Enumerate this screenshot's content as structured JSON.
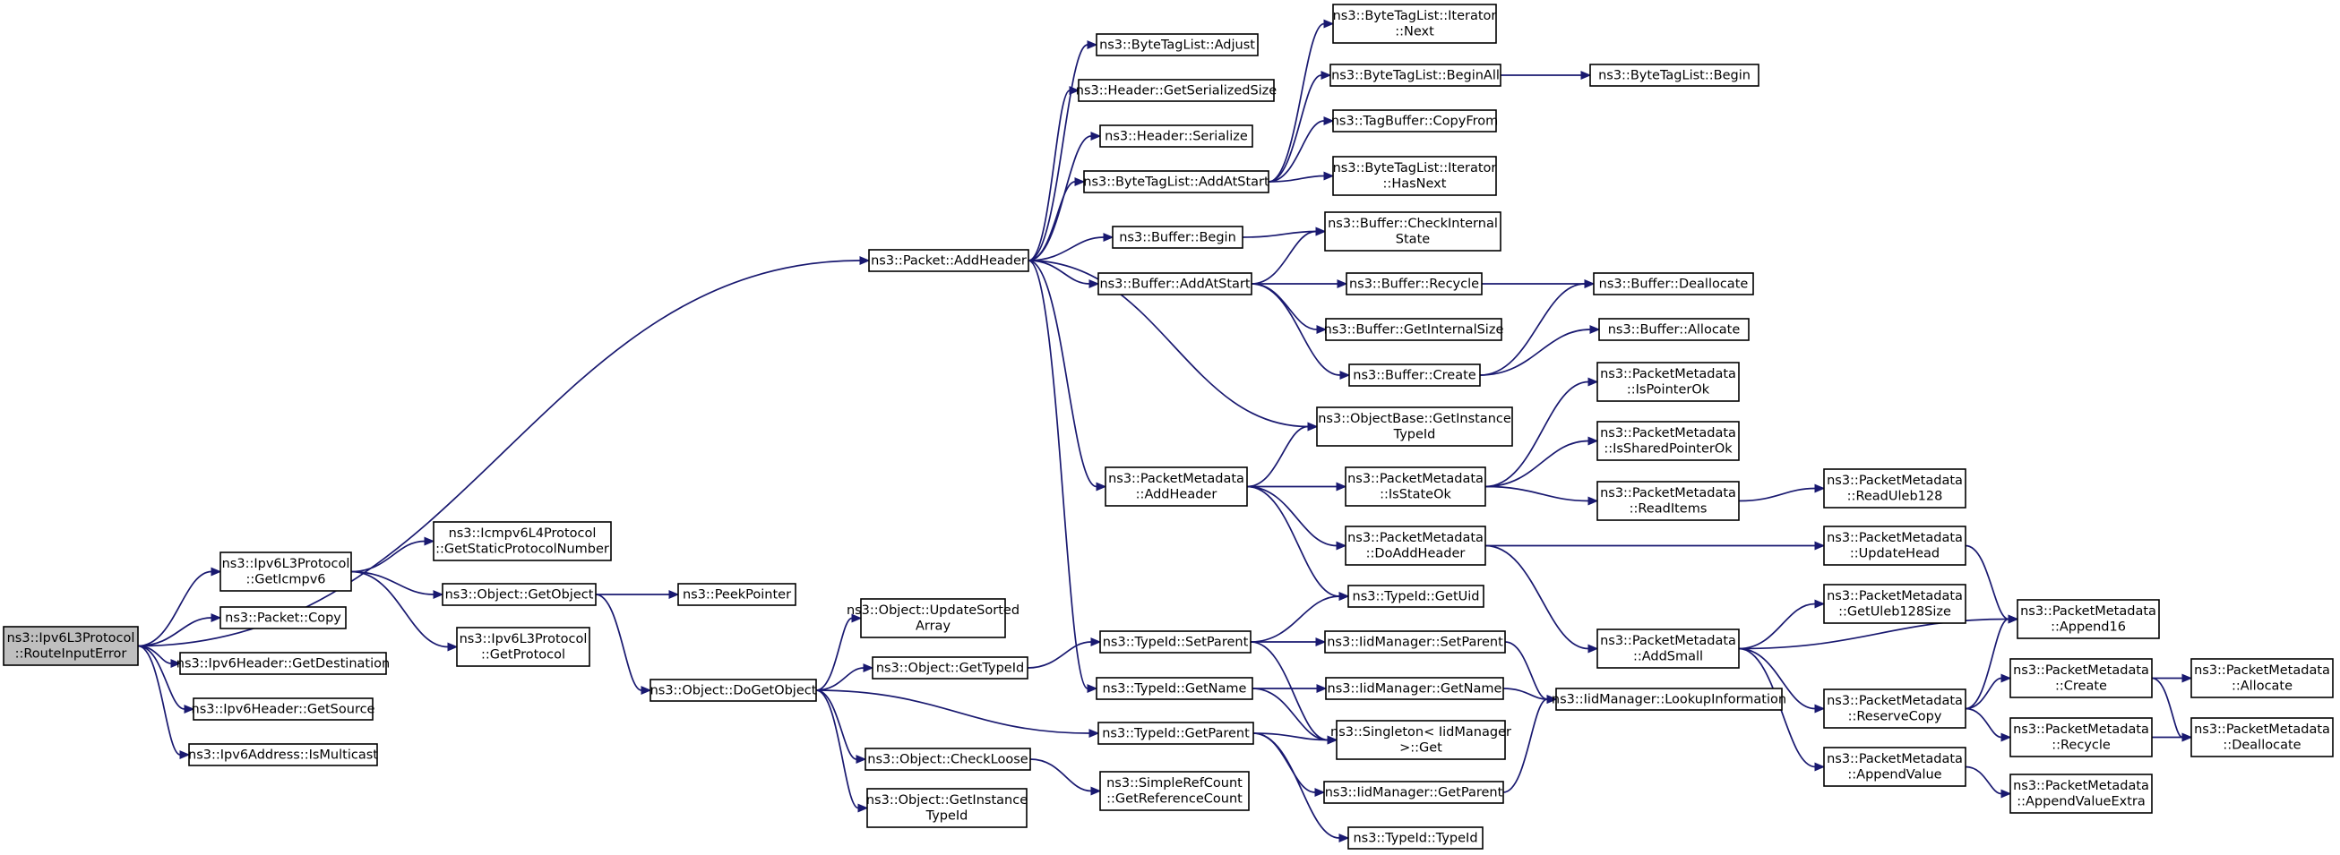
{
  "graph": {
    "nodes": [
      {
        "id": "root",
        "lines": [
          "ns3::Ipv6L3Protocol",
          "::RouteInputError"
        ],
        "root": true
      },
      {
        "id": "addheader",
        "lines": [
          "ns3::Packet::AddHeader"
        ]
      },
      {
        "id": "geticmpv6",
        "lines": [
          "ns3::Ipv6L3Protocol",
          "::GetIcmpv6"
        ]
      },
      {
        "id": "pcopy",
        "lines": [
          "ns3::Packet::Copy"
        ]
      },
      {
        "id": "getdest",
        "lines": [
          "ns3::Ipv6Header::GetDestination"
        ]
      },
      {
        "id": "getsource",
        "lines": [
          "ns3::Ipv6Header::GetSource"
        ]
      },
      {
        "id": "ismulticast",
        "lines": [
          "ns3::Ipv6Address::IsMulticast"
        ]
      },
      {
        "id": "icmpstatic",
        "lines": [
          "ns3::Icmpv6L4Protocol",
          "::GetStaticProtocolNumber"
        ]
      },
      {
        "id": "getobject",
        "lines": [
          "ns3::Object::GetObject"
        ]
      },
      {
        "id": "ipv6getprotocol",
        "lines": [
          "ns3::Ipv6L3Protocol",
          "::GetProtocol"
        ]
      },
      {
        "id": "peekpointer",
        "lines": [
          "ns3::PeekPointer"
        ]
      },
      {
        "id": "dogetobject",
        "lines": [
          "ns3::Object::DoGetObject"
        ]
      },
      {
        "id": "updatesorted",
        "lines": [
          "ns3::Object::UpdateSorted",
          "Array"
        ]
      },
      {
        "id": "objgettypeid",
        "lines": [
          "ns3::Object::GetTypeId"
        ]
      },
      {
        "id": "checkloose",
        "lines": [
          "ns3::Object::CheckLoose"
        ]
      },
      {
        "id": "objgetinstance",
        "lines": [
          "ns3::Object::GetInstance",
          "TypeId"
        ]
      },
      {
        "id": "btladjust",
        "lines": [
          "ns3::ByteTagList::Adjust"
        ]
      },
      {
        "id": "hdrgetsize",
        "lines": [
          "ns3::Header::GetSerializedSize"
        ]
      },
      {
        "id": "hdrserialize",
        "lines": [
          "ns3::Header::Serialize"
        ]
      },
      {
        "id": "btladdatstart",
        "lines": [
          "ns3::ByteTagList::AddAtStart"
        ]
      },
      {
        "id": "bufbegin",
        "lines": [
          "ns3::Buffer::Begin"
        ]
      },
      {
        "id": "bufaddatstart",
        "lines": [
          "ns3::Buffer::AddAtStart"
        ]
      },
      {
        "id": "pmaddheader",
        "lines": [
          "ns3::PacketMetadata",
          "::AddHeader"
        ]
      },
      {
        "id": "tidsetparent",
        "lines": [
          "ns3::TypeId::SetParent"
        ]
      },
      {
        "id": "tidgetname",
        "lines": [
          "ns3::TypeId::GetName"
        ]
      },
      {
        "id": "tidgetparent",
        "lines": [
          "ns3::TypeId::GetParent"
        ]
      },
      {
        "id": "srcgetrefcount",
        "lines": [
          "ns3::SimpleRefCount",
          "::GetReferenceCount"
        ]
      },
      {
        "id": "btliternext",
        "lines": [
          "ns3::ByteTagList::Iterator",
          "::Next"
        ]
      },
      {
        "id": "btlbeginall",
        "lines": [
          "ns3::ByteTagList::BeginAll"
        ]
      },
      {
        "id": "tagbufcopyfrom",
        "lines": [
          "ns3::TagBuffer::CopyFrom"
        ]
      },
      {
        "id": "btliterhasnext",
        "lines": [
          "ns3::ByteTagList::Iterator",
          "::HasNext"
        ]
      },
      {
        "id": "bufcheckinternal",
        "lines": [
          "ns3::Buffer::CheckInternal",
          "State"
        ]
      },
      {
        "id": "bufrecycle",
        "lines": [
          "ns3::Buffer::Recycle"
        ]
      },
      {
        "id": "bufgetinternalsize",
        "lines": [
          "ns3::Buffer::GetInternalSize"
        ]
      },
      {
        "id": "bufcreate",
        "lines": [
          "ns3::Buffer::Create"
        ]
      },
      {
        "id": "objbasegetinstance",
        "lines": [
          "ns3::ObjectBase::GetInstance",
          "TypeId"
        ]
      },
      {
        "id": "pmisstateok",
        "lines": [
          "ns3::PacketMetadata",
          "::IsStateOk"
        ]
      },
      {
        "id": "pmdoaddheader",
        "lines": [
          "ns3::PacketMetadata",
          "::DoAddHeader"
        ]
      },
      {
        "id": "tidgetuid",
        "lines": [
          "ns3::TypeId::GetUid"
        ]
      },
      {
        "id": "iidsetparent",
        "lines": [
          "ns3::IidManager::SetParent"
        ]
      },
      {
        "id": "iidgetname",
        "lines": [
          "ns3::IidManager::GetName"
        ]
      },
      {
        "id": "singletonget",
        "lines": [
          "ns3::Singleton< IidManager",
          ">::Get"
        ]
      },
      {
        "id": "iidgetparent",
        "lines": [
          "ns3::IidManager::GetParent"
        ]
      },
      {
        "id": "tidtypeid",
        "lines": [
          "ns3::TypeId::TypeId"
        ]
      },
      {
        "id": "btlbegin",
        "lines": [
          "ns3::ByteTagList::Begin"
        ]
      },
      {
        "id": "bufdeallocate",
        "lines": [
          "ns3::Buffer::Deallocate"
        ]
      },
      {
        "id": "bufallocate",
        "lines": [
          "ns3::Buffer::Allocate"
        ]
      },
      {
        "id": "pmispointerok",
        "lines": [
          "ns3::PacketMetadata",
          "::IsPointerOk"
        ]
      },
      {
        "id": "pmissharedptrok",
        "lines": [
          "ns3::PacketMetadata",
          "::IsSharedPointerOk"
        ]
      },
      {
        "id": "pmreaditems",
        "lines": [
          "ns3::PacketMetadata",
          "::ReadItems"
        ]
      },
      {
        "id": "pmaddsmall",
        "lines": [
          "ns3::PacketMetadata",
          "::AddSmall"
        ]
      },
      {
        "id": "iidlookup",
        "lines": [
          "ns3::IidManager::LookupInformation"
        ]
      },
      {
        "id": "pmreaduleb",
        "lines": [
          "ns3::PacketMetadata",
          "::ReadUleb128"
        ]
      },
      {
        "id": "pmupdatehead",
        "lines": [
          "ns3::PacketMetadata",
          "::UpdateHead"
        ]
      },
      {
        "id": "pmgetulebsize",
        "lines": [
          "ns3::PacketMetadata",
          "::GetUleb128Size"
        ]
      },
      {
        "id": "pmreservecopy",
        "lines": [
          "ns3::PacketMetadata",
          "::ReserveCopy"
        ]
      },
      {
        "id": "pmappendvalue",
        "lines": [
          "ns3::PacketMetadata",
          "::AppendValue"
        ]
      },
      {
        "id": "pmappend16",
        "lines": [
          "ns3::PacketMetadata",
          "::Append16"
        ]
      },
      {
        "id": "pmcreate",
        "lines": [
          "ns3::PacketMetadata",
          "::Create"
        ]
      },
      {
        "id": "pmrecycle",
        "lines": [
          "ns3::PacketMetadata",
          "::Recycle"
        ]
      },
      {
        "id": "pmappendvalueextra",
        "lines": [
          "ns3::PacketMetadata",
          "::AppendValueExtra"
        ]
      },
      {
        "id": "pmallocate",
        "lines": [
          "ns3::PacketMetadata",
          "::Allocate"
        ]
      },
      {
        "id": "pmdeallocate",
        "lines": [
          "ns3::PacketMetadata",
          "::Deallocate"
        ]
      }
    ],
    "edges": [
      [
        "root",
        "addheader"
      ],
      [
        "root",
        "geticmpv6"
      ],
      [
        "root",
        "pcopy"
      ],
      [
        "root",
        "getdest"
      ],
      [
        "root",
        "getsource"
      ],
      [
        "root",
        "ismulticast"
      ],
      [
        "addheader",
        "btladjust"
      ],
      [
        "addheader",
        "hdrgetsize"
      ],
      [
        "addheader",
        "hdrserialize"
      ],
      [
        "addheader",
        "btladdatstart"
      ],
      [
        "addheader",
        "bufbegin"
      ],
      [
        "addheader",
        "bufaddatstart"
      ],
      [
        "addheader",
        "objbasegetinstance"
      ],
      [
        "addheader",
        "pmaddheader"
      ],
      [
        "addheader",
        "tidgetname"
      ],
      [
        "geticmpv6",
        "icmpstatic"
      ],
      [
        "geticmpv6",
        "getobject"
      ],
      [
        "geticmpv6",
        "ipv6getprotocol"
      ],
      [
        "getobject",
        "peekpointer"
      ],
      [
        "getobject",
        "dogetobject"
      ],
      [
        "dogetobject",
        "updatesorted"
      ],
      [
        "dogetobject",
        "objgettypeid"
      ],
      [
        "dogetobject",
        "checkloose"
      ],
      [
        "dogetobject",
        "objgetinstance"
      ],
      [
        "dogetobject",
        "tidgetparent"
      ],
      [
        "objgettypeid",
        "tidsetparent"
      ],
      [
        "checkloose",
        "srcgetrefcount"
      ],
      [
        "btladdatstart",
        "btliternext"
      ],
      [
        "btladdatstart",
        "btlbeginall"
      ],
      [
        "btladdatstart",
        "tagbufcopyfrom"
      ],
      [
        "btladdatstart",
        "btliterhasnext"
      ],
      [
        "btlbeginall",
        "btlbegin"
      ],
      [
        "bufbegin",
        "bufcheckinternal"
      ],
      [
        "bufaddatstart",
        "bufcheckinternal"
      ],
      [
        "bufaddatstart",
        "bufrecycle"
      ],
      [
        "bufaddatstart",
        "bufgetinternalsize"
      ],
      [
        "bufaddatstart",
        "bufcreate"
      ],
      [
        "bufrecycle",
        "bufdeallocate"
      ],
      [
        "bufcreate",
        "bufdeallocate"
      ],
      [
        "bufcreate",
        "bufallocate"
      ],
      [
        "pmaddheader",
        "objbasegetinstance"
      ],
      [
        "pmaddheader",
        "pmisstateok"
      ],
      [
        "pmaddheader",
        "pmdoaddheader"
      ],
      [
        "pmaddheader",
        "tidgetuid"
      ],
      [
        "pmisstateok",
        "pmispointerok"
      ],
      [
        "pmisstateok",
        "pmissharedptrok"
      ],
      [
        "pmisstateok",
        "pmreaditems"
      ],
      [
        "pmreaditems",
        "pmreaduleb"
      ],
      [
        "pmdoaddheader",
        "pmupdatehead"
      ],
      [
        "pmdoaddheader",
        "pmaddsmall"
      ],
      [
        "pmupdatehead",
        "pmappend16"
      ],
      [
        "pmaddsmall",
        "pmgetulebsize"
      ],
      [
        "pmaddsmall",
        "pmappend16"
      ],
      [
        "pmaddsmall",
        "pmreservecopy"
      ],
      [
        "pmaddsmall",
        "pmappendvalue"
      ],
      [
        "pmreservecopy",
        "pmappend16"
      ],
      [
        "pmreservecopy",
        "pmcreate"
      ],
      [
        "pmreservecopy",
        "pmrecycle"
      ],
      [
        "pmappendvalue",
        "pmappendvalueextra"
      ],
      [
        "pmcreate",
        "pmallocate"
      ],
      [
        "pmcreate",
        "pmdeallocate"
      ],
      [
        "pmrecycle",
        "pmdeallocate"
      ],
      [
        "tidsetparent",
        "tidgetuid"
      ],
      [
        "tidsetparent",
        "iidsetparent"
      ],
      [
        "tidsetparent",
        "singletonget"
      ],
      [
        "tidgetname",
        "iidgetname"
      ],
      [
        "tidgetname",
        "singletonget"
      ],
      [
        "tidgetparent",
        "singletonget"
      ],
      [
        "tidgetparent",
        "iidgetparent"
      ],
      [
        "tidgetparent",
        "tidtypeid"
      ],
      [
        "iidsetparent",
        "iidlookup"
      ],
      [
        "iidgetname",
        "iidlookup"
      ],
      [
        "iidgetparent",
        "iidlookup"
      ]
    ]
  },
  "colors": {
    "edge": "#191970",
    "node_border": "#000000",
    "node_fill": "#ffffff",
    "root_fill": "#bfbfbf"
  }
}
